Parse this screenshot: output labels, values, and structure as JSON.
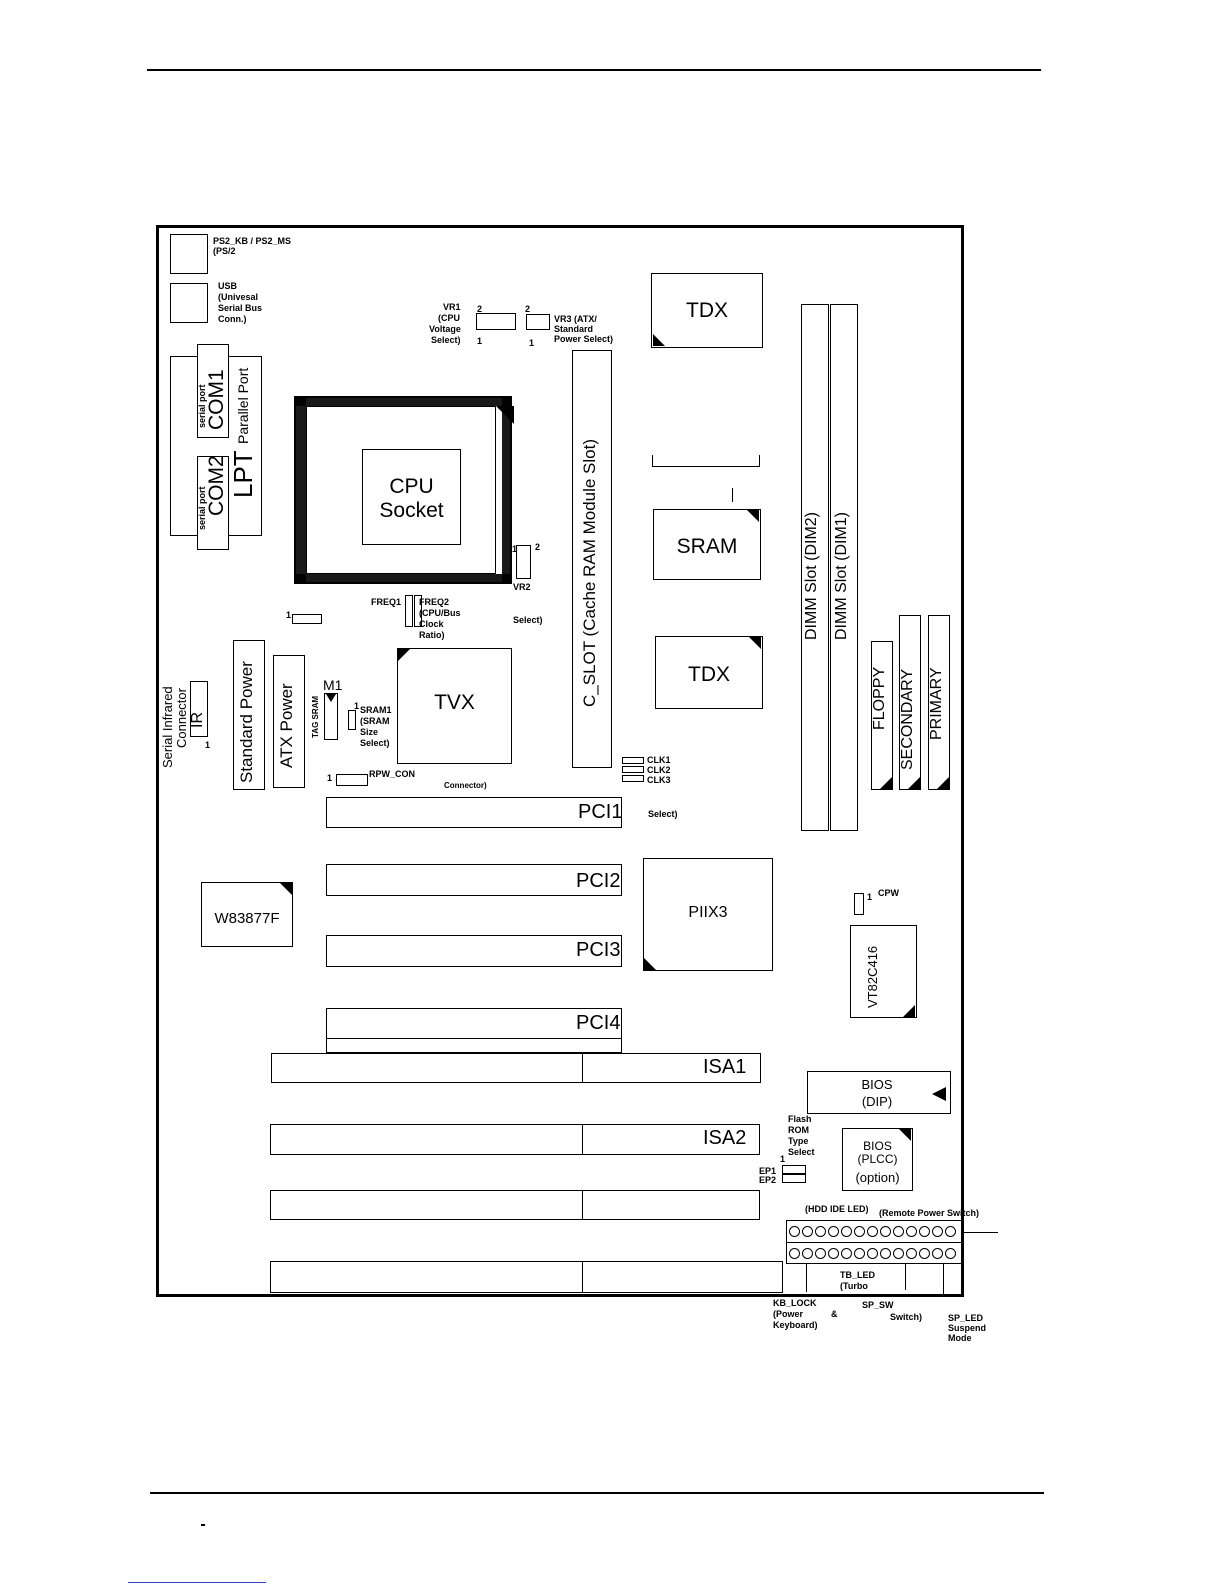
{
  "labels": {
    "ps2": "PS2_KB / PS2_MS",
    "ps2_sub": "(PS/2",
    "usb": "USB",
    "usb_sub1": "(Univesal",
    "usb_sub2": "Serial Bus",
    "usb_sub3": "Conn.)",
    "serial_port_1": "serial port",
    "com1": "COM1",
    "parallel_port": "Parallel Port",
    "serial_port_2": "serial port",
    "com2": "COM2",
    "lpt": "LPT",
    "cpu_socket_1": "CPU",
    "cpu_socket_2": "Socket",
    "vr1_1": "VR1",
    "vr1_2": "(CPU",
    "vr1_3": "Voltage",
    "vr1_4": "Select)",
    "vr1_pin2": "2",
    "vr1_pin1": "1",
    "vr3_pin2": "2",
    "vr3_pin1": "1",
    "vr3_1": "VR3 (ATX/",
    "vr3_2": "Standard",
    "vr3_3": "Power Select)",
    "vr2": "VR2",
    "vr2_pin1": "1",
    "vr2_pin2": "2",
    "freq1": "FREQ1",
    "freq2_1": "FREQ2",
    "freq2_2": "(CPU/Bus",
    "freq2_3": "Clock",
    "freq2_4": "Ratio)",
    "select": "Select)",
    "pin_one_a": "1",
    "c_slot": "C_SLOT (Cache RAM Module Slot)",
    "tdx_top": "TDX",
    "sram": "SRAM",
    "tdx_bottom": "TDX",
    "dimm2": "DIMM Slot (DIM2)",
    "dimm1": "DIMM Slot (DIM1)",
    "floppy": "FLOPPY",
    "secondary": "SECONDARY",
    "primary": "PRIMARY",
    "serial_ir_1": "Serial Infrared",
    "serial_ir_2": "Connector",
    "ir": "IR",
    "ir_pin1": "1",
    "standard_power": "Standard Power",
    "atx_power": "ATX Power",
    "m1": "M1",
    "tag_sram": "TAG SRAM",
    "sram1_1": "SRAM1",
    "sram1_2": "(SRAM",
    "sram1_3": "Size",
    "sram1_4": "Select)",
    "sram1_pin1": "1",
    "tvx": "TVX",
    "rpw_pin1": "1",
    "rpw_con": "RPW_CON",
    "connector": "Connector)",
    "clk1": "CLK1",
    "clk2": "CLK2",
    "clk3": "CLK3",
    "clk_select": "Select)",
    "pci1": "PCI1",
    "pci2": "PCI2",
    "pci3": "PCI3",
    "pci4": "PCI4",
    "w83877f": "W83877F",
    "piix3": "PIIX3",
    "cpw_pin1": "1",
    "cpw": "CPW",
    "vt82c416": "VT82C416",
    "isa1": "ISA1",
    "isa2": "ISA2",
    "bios_dip_1": "BIOS",
    "bios_dip_2": "(DIP)",
    "flash_1": "Flash",
    "flash_2": "ROM",
    "flash_3": "Type",
    "flash_4": "Select",
    "ep_pin1": "1",
    "ep1": "EP1",
    "ep2": "EP2",
    "bios_plcc_1": "BIOS",
    "bios_plcc_2": "(PLCC)",
    "bios_plcc_3": "(option)",
    "hdd_led": "(HDD IDE LED)",
    "remote_power": "(Remote Power Switch)",
    "tb_led_1": "TB_LED",
    "tb_led_2": "(Turbo",
    "kb_lock_1": "KB_LOCK",
    "kb_lock_2": "(Power",
    "kb_lock_amp": "&",
    "kb_lock_3": "Keyboard)",
    "sp_sw_1": "SP_SW",
    "sp_sw_2": "Switch)",
    "sp_led_1": "SP_LED",
    "sp_led_2": "Suspend",
    "sp_led_3": "Mode"
  }
}
